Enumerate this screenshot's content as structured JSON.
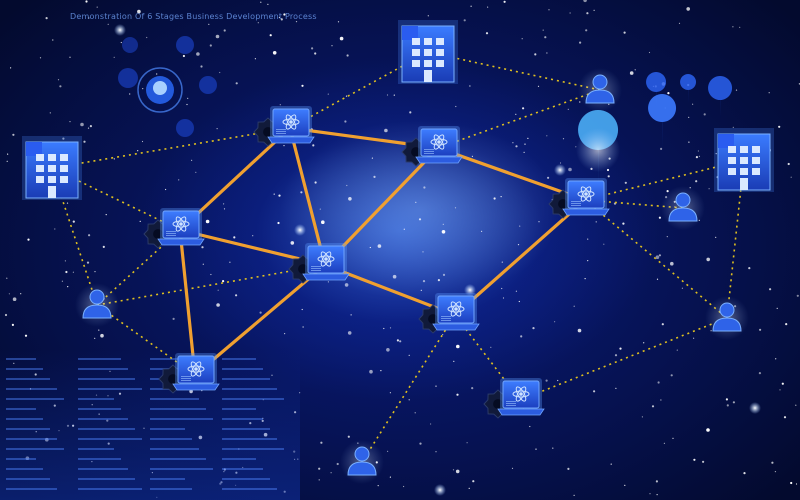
{
  "header_text": "Demonstration Of 6 Stages Business Development Process",
  "colors": {
    "background": "#030a2e",
    "nebula": "#2a5cff",
    "tech_link": "#f0a030",
    "dotted_link": "#e0c020",
    "icon_fill": "#1f4fd6",
    "icon_light": "#3d7bff"
  },
  "nodes": {
    "laptops": [
      "laptop-1",
      "laptop-2",
      "laptop-3",
      "laptop-4",
      "laptop-5",
      "laptop-6",
      "laptop-7",
      "laptop-8"
    ],
    "buildings": [
      "building-top",
      "building-left",
      "building-right"
    ],
    "users": [
      "user-top-right",
      "user-left",
      "user-right-mid",
      "user-right",
      "user-bottom"
    ]
  }
}
